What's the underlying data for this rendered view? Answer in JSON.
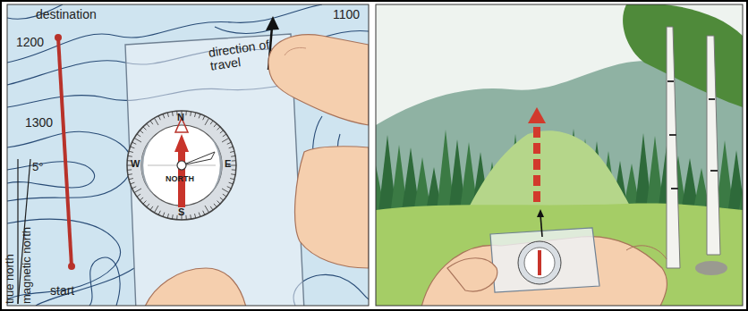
{
  "diagram": {
    "labels": [
      "1200",
      "destination",
      "1100",
      "1300",
      "direction of travel",
      "5°",
      "true north",
      "magnetic north",
      "start",
      "N",
      "NORTH",
      "W",
      "E",
      "S"
    ]
  }
}
